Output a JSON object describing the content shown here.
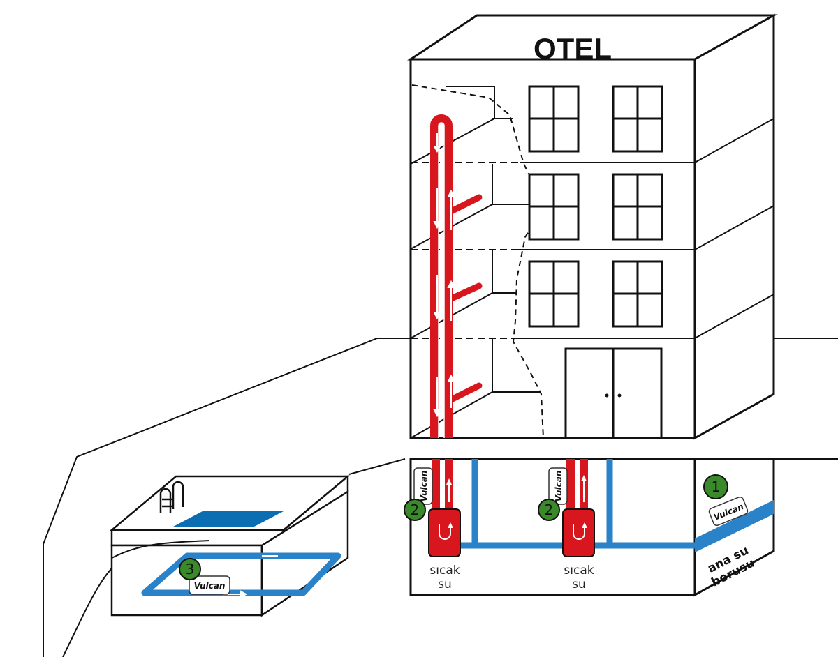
{
  "building": {
    "title": "OTEL"
  },
  "labels": {
    "hot_water_line1": "sıcak",
    "hot_water_line2": "su",
    "main_pipe_line1": "ana su",
    "main_pipe_line2": "borusu"
  },
  "devices": {
    "brand": "Vulcan",
    "markers": [
      "1",
      "2",
      "2",
      "3"
    ]
  },
  "colors": {
    "hot_pipe": "#d7161d",
    "cold_pipe": "#2a82c8",
    "pool_water": "#0b6db2",
    "marker": "#3a8a2c",
    "outline": "#111111"
  }
}
